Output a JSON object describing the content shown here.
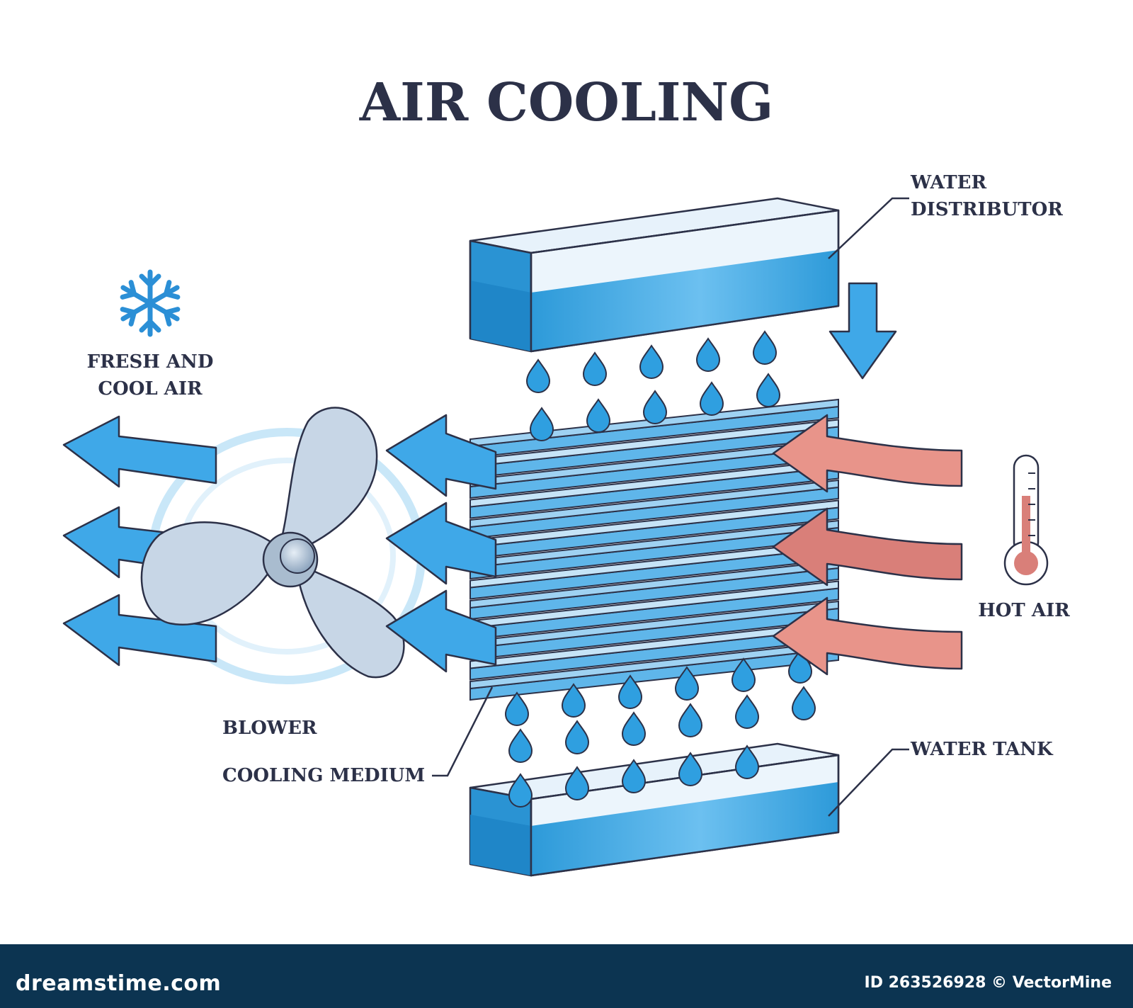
{
  "title": "AIR COOLING",
  "labels": {
    "water_distributor_line1": "WATER",
    "water_distributor_line2": "DISTRIBUTOR",
    "fresh_air_line1": "FRESH AND",
    "fresh_air_line2": "COOL AIR",
    "hot_air": "HOT AIR",
    "blower": "BLOWER",
    "cooling_medium": "COOLING MEDIUM",
    "water_tank": "WATER TANK"
  },
  "footer": {
    "brand": "dreamstime.com",
    "credit": "ID 263526928 © VectorMine"
  },
  "colors": {
    "outline": "#2c3148",
    "water_blue": "#2f9fe0",
    "cool_arrow": "#3fa8e8",
    "hot_arrow": "#e58e84",
    "fan_blade": "#c7d6e6",
    "footer_bg": "#0c3451"
  },
  "icons": [
    "snowflake-icon",
    "thermometer-icon"
  ]
}
